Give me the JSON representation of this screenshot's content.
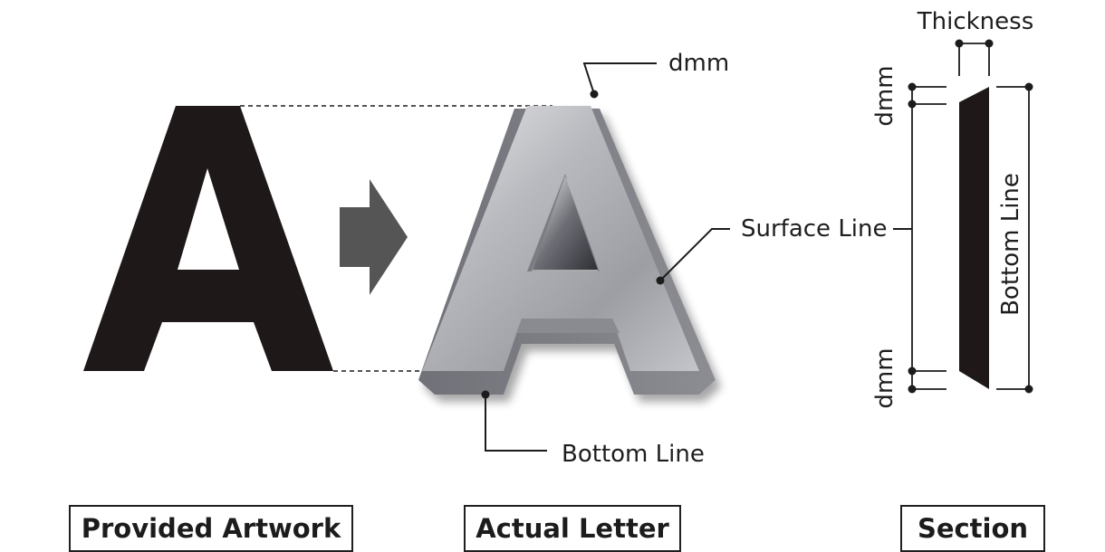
{
  "artwork": {
    "glyph": "A"
  },
  "letter": {
    "glyph": "A"
  },
  "labels": {
    "dmm_top": "dmm",
    "surface_line": "Surface Line",
    "bottom_line": "Bottom Line",
    "thickness": "Thickness",
    "section_dmm_top": "dmm",
    "section_dmm_bottom": "dmm",
    "section_bottom_line": "Bottom Line"
  },
  "captions": {
    "provided_artwork": "Provided Artwork",
    "actual_letter": "Actual Letter",
    "section": "Section"
  },
  "colors": {
    "artwork_fill": "#1e1818",
    "arrow_fill": "#555555",
    "section_fill": "#1e1818",
    "line": "#1c1c1c"
  }
}
